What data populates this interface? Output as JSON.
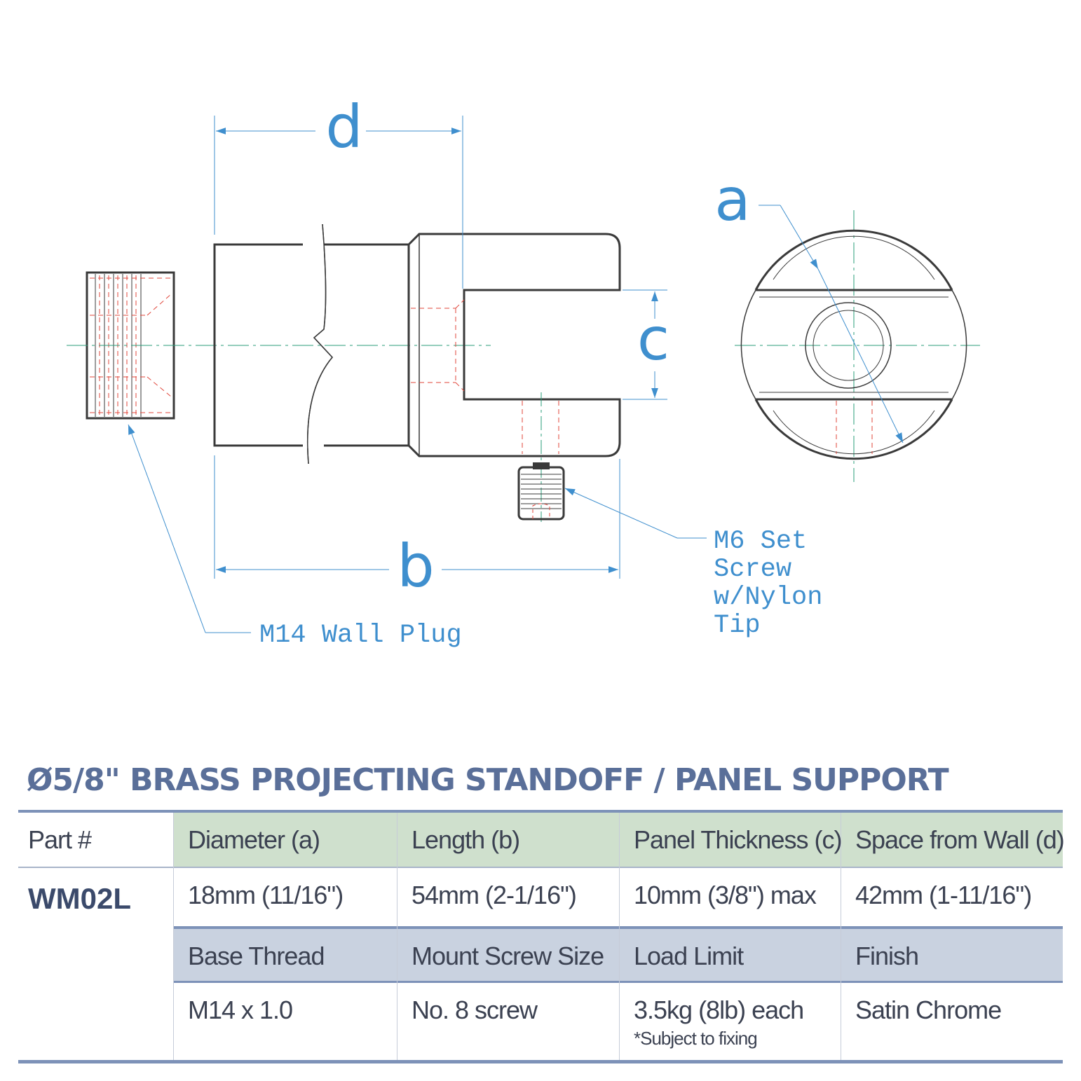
{
  "drawing": {
    "dim_a": "a",
    "dim_b": "b",
    "dim_c": "c",
    "dim_d": "d",
    "callout_wall_plug": "M14 Wall Plug",
    "callout_set_screw": [
      "M6 Set",
      "Screw",
      "w/Nylon",
      "Tip"
    ],
    "colors": {
      "outline": "#3a3a3a",
      "dimension": "#3f8fce",
      "centerline": "#2a9d7a",
      "hidden": "#e0453a"
    }
  },
  "title": "Ø5/8\" BRASS PROJECTING STANDOFF / PANEL SUPPORT",
  "spec_table": {
    "part_header": "Part #",
    "part_number": "WM02L",
    "headers_row1": [
      "Diameter (a)",
      "Length (b)",
      "Panel Thickness (c)",
      "Space from Wall (d)"
    ],
    "values_row1": [
      "18mm (11/16\")",
      "54mm (2-1/16\")",
      "10mm (3/8\") max",
      "42mm (1-11/16\")"
    ],
    "headers_row2": [
      "Base Thread",
      "Mount Screw Size",
      "Load Limit",
      "Finish"
    ],
    "values_row2": [
      "M14 x 1.0",
      "No. 8 screw",
      "3.5kg (8lb) each",
      "Satin Chrome"
    ],
    "load_note": "*Subject to fixing",
    "colors": {
      "header_row1": "#cfe0cd",
      "header_row2": "#c9d2e0",
      "rule": "#7d92b8",
      "text": "#3b4151",
      "title": "#5a6f99"
    }
  }
}
